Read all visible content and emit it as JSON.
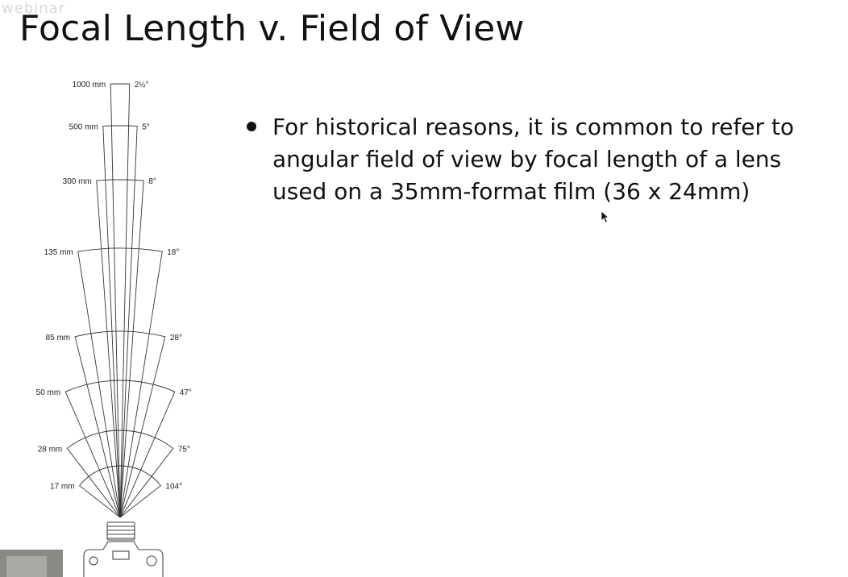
{
  "watermark": "webinar",
  "slide": {
    "title": "Focal Length v. Field of View",
    "bullets": [
      "For historical reasons, it is common to refer to angular field of view by focal length of a lens used on a 35mm-format film (36 x 24mm)"
    ]
  },
  "diagram": {
    "lenses": [
      {
        "focal": "1000 mm",
        "angle": "2½°",
        "deg": 2.5
      },
      {
        "focal": "500 mm",
        "angle": "5°",
        "deg": 5
      },
      {
        "focal": "300 mm",
        "angle": "8°",
        "deg": 8
      },
      {
        "focal": "135 mm",
        "angle": "18°",
        "deg": 18
      },
      {
        "focal": "85 mm",
        "angle": "28°",
        "deg": 28
      },
      {
        "focal": "50 mm",
        "angle": "47°",
        "deg": 47
      },
      {
        "focal": "28 mm",
        "angle": "75°",
        "deg": 75
      },
      {
        "focal": "17 mm",
        "angle": "104°",
        "deg": 104
      }
    ]
  },
  "colors": {
    "background": "#ffffff",
    "text": "#111111",
    "diagram_line": "#333333"
  },
  "icons": {
    "cursor": "mouse-pointer-icon",
    "camera": "camera-icon"
  }
}
